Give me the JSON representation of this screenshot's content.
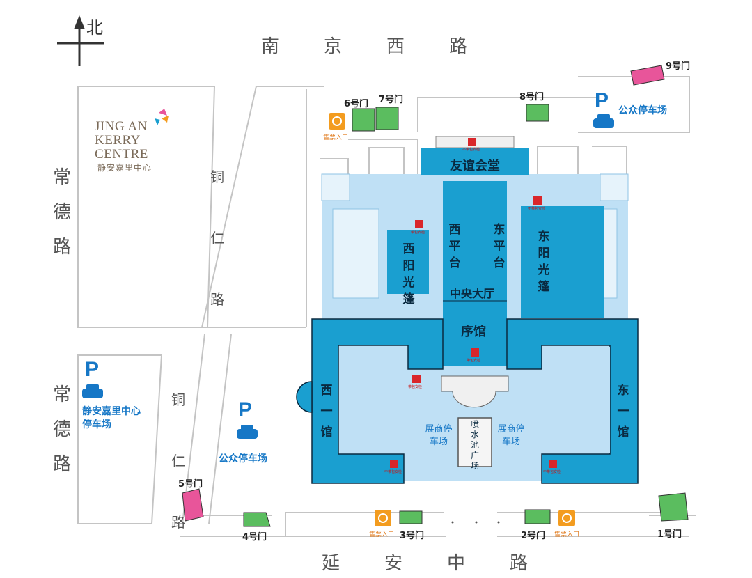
{
  "compass": {
    "north_label": "北"
  },
  "roads": {
    "nanjing_west": "南京西路",
    "yanan_middle": "延安中路",
    "changde_upper": "常德路",
    "changde_lower": "常德路",
    "tongren_upper": "铜仁路",
    "tongren_lower": "铜仁路"
  },
  "logo": {
    "line1": "JING AN",
    "line2": "KERRY",
    "line3": "CENTRE",
    "chinese": "静安嘉里中心"
  },
  "halls": {
    "friendship_hall": "友谊会堂",
    "west_platform": "西平台",
    "east_platform": "东平台",
    "central_hall": "中央大厅",
    "west_sun_tent": "西阳光篷",
    "east_sun_tent": "东阳光篷",
    "prelude_hall": "序馆",
    "west_hall_1": "西一馆",
    "east_hall_1": "东一馆",
    "fountain_plaza": "喷水池广场",
    "exhibitor_parking_left": "展商停车场",
    "exhibitor_parking_right": "展商停车场"
  },
  "parking": {
    "letter": "P",
    "public_top_right": "公众停车场",
    "kerry_centre": "静安嘉里中心停车场",
    "public_middle": "公众停车场"
  },
  "gates": {
    "gate1": "1号门",
    "gate2": "2号门",
    "gate3": "3号门",
    "gate4": "4号门",
    "gate5": "5号门",
    "gate6": "6号门",
    "gate7": "7号门",
    "gate8": "8号门",
    "gate9": "9号门"
  },
  "ticket_entrances": {
    "top": "售票入口",
    "bottom_left": "售票入口",
    "bottom_right": "售票入口"
  },
  "markers": {
    "no_bag_check": "不带包安检",
    "bag_check": "带包安检"
  },
  "colors": {
    "hall_dark": "#1a9fd0",
    "hall_light": "#bfe0f5",
    "gate_green": "#5bbd5f",
    "gate_pink": "#e8559a",
    "parking_blue": "#1677c6",
    "ticket_orange": "#f39c1f",
    "security_red": "#d9262a"
  }
}
